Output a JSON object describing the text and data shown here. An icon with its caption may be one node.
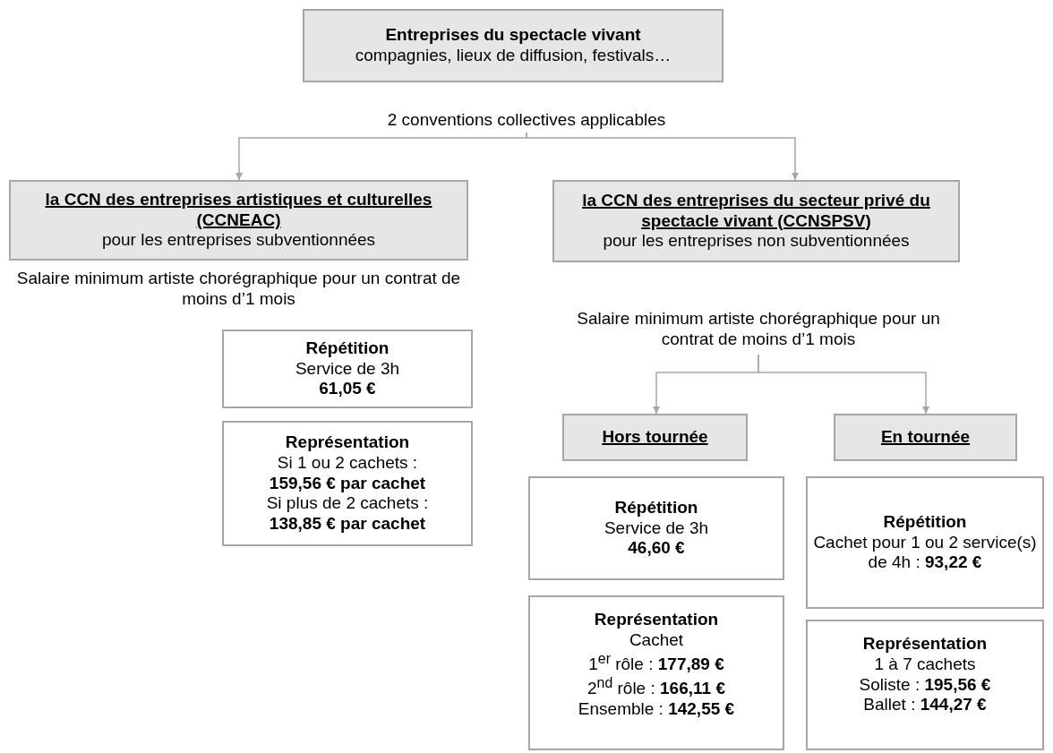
{
  "diagram": {
    "nodes": [
      {
        "text": [
          "Entreprises du spectacle vivant",
          "compagnies, lieux de diffusion, festivals…"
        ]
      },
      {
        "text": [
          "2 conventions collectives applicables"
        ]
      },
      {
        "text": [
          "la CCN des entreprises artistiques et culturelles (CCNEAC)",
          "pour les entreprises subventionnées"
        ]
      },
      {
        "text": [
          "la CCN des entreprises du secteur privé du spectacle vivant (CCNSPSV)",
          "pour les entreprises non subventionnées"
        ]
      },
      {
        "text": [
          "Salaire minimum artiste chorégraphique pour un contrat de moins d’1 mois"
        ]
      },
      {
        "text": [
          "Répétition",
          "Service de 3h **61,05 €**"
        ]
      },
      {
        "text": [
          "Représentation",
          "Si 1 ou  2 cachets : **159,56 € par cachet**",
          "Si plus de 2 cachets : **138,85 € par cachet**"
        ]
      },
      {
        "text": [
          "Hors tournée"
        ]
      },
      {
        "text": [
          "En tournée"
        ]
      },
      {
        "text": [
          "Répétition",
          "Service de 3h **46,60 €**"
        ]
      },
      {
        "text": [
          "Représentation",
          "Cachet",
          "1$^{er}$ rôle : **177,89 €**",
          "2$^{nd}$ rôle : **166,11 €**",
          "Ensemble : **142,55 €**"
        ]
      },
      {
        "text": [
          "Répétition",
          "Cachet pour 1 ou 2 service(s) de 4h : **93,22 €**"
        ]
      },
      {
        "text": [
          "Représentation",
          "1 à 7 cachets",
          "Soliste :  **195,56 €**",
          "Ballet : **144,27 €**"
        ]
      }
    ],
    "edges": [
      {
        "from": 1,
        "to": 2,
        "arrow": "to"
      },
      {
        "from": 1,
        "to": 3,
        "arrow": "to"
      },
      {
        "from": 4,
        "to": 7,
        "arrow": "to"
      },
      {
        "from": 4,
        "to": 8,
        "arrow": "to"
      }
    ],
    "labels": [
      "Salaire minimum artiste chorégraphique pour un contrat de moins d’1 mois"
    ]
  }
}
